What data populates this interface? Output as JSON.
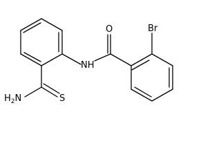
{
  "molecule": {
    "atoms": {
      "bromine": "Br",
      "amide_nitrogen": "NH",
      "amide_oxygen": "O",
      "amine": {
        "main": "H",
        "sub": "2",
        "tail": "N"
      },
      "thio_sulfur": "S"
    },
    "colors": {
      "stroke": "#000000",
      "background": "#ffffff"
    }
  }
}
